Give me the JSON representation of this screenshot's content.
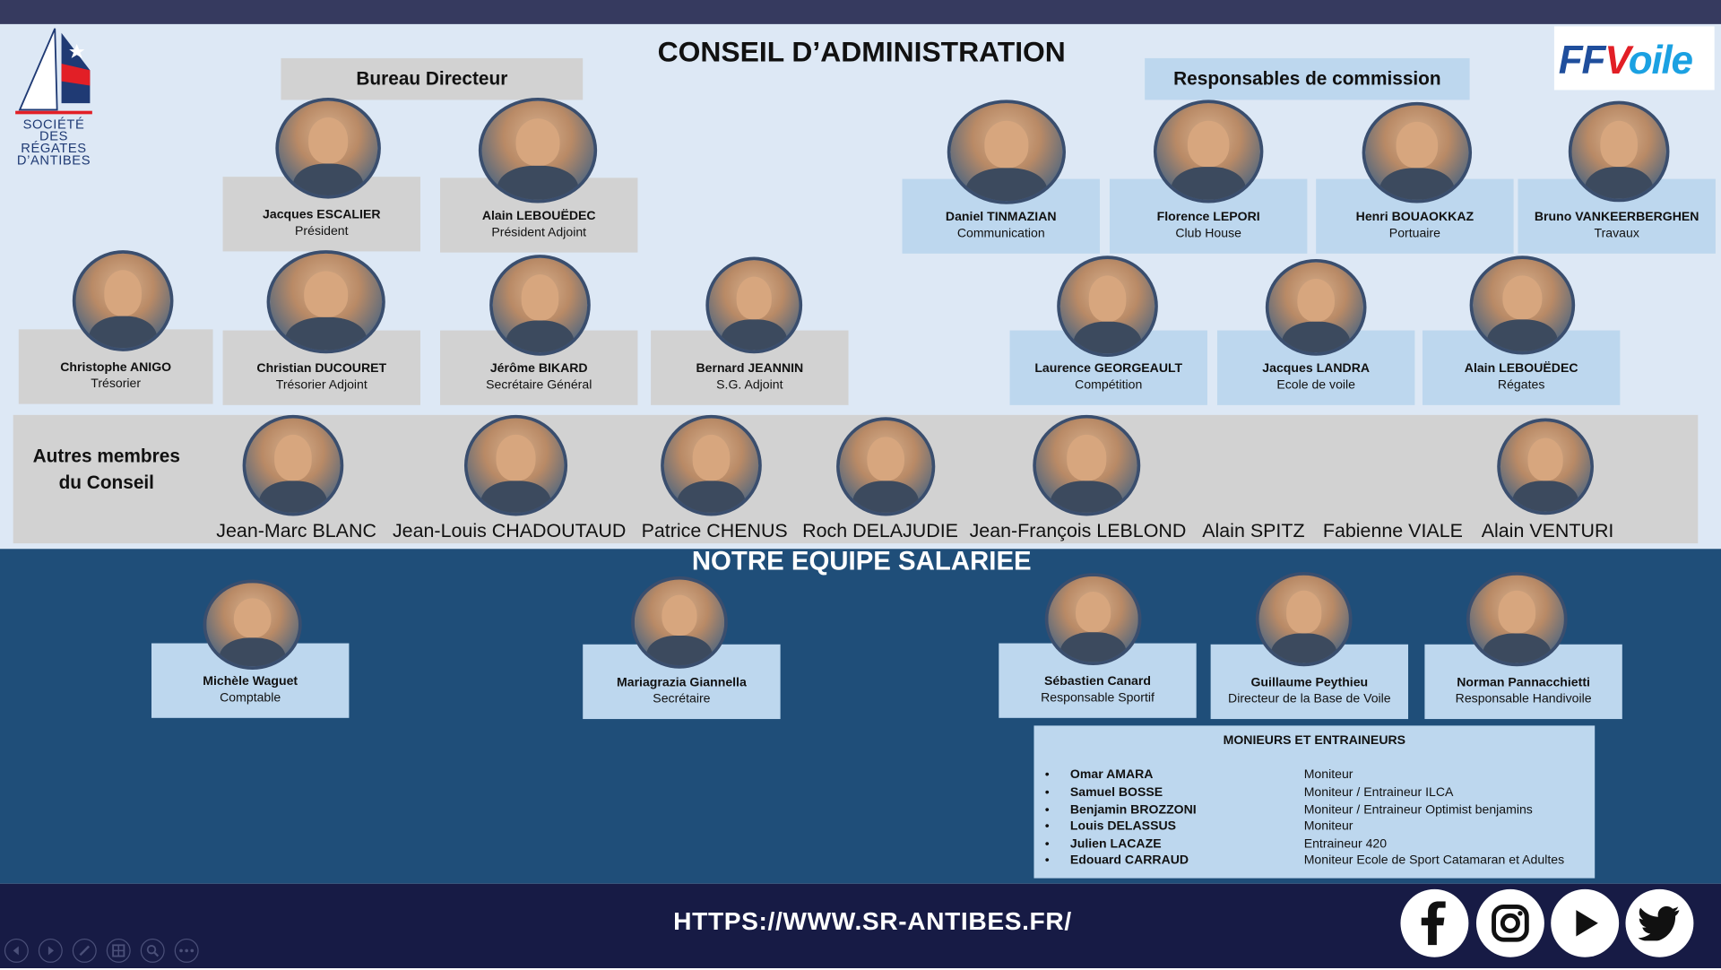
{
  "header": {
    "title": "CONSEIL D’ADMINISTRATION",
    "bureau_label": "Bureau Directeur",
    "resp_label": "Responsables de commission",
    "logo_left_text": [
      "SOCIÉTÉ DES",
      "RÉGATES",
      "D’ANTIBES"
    ],
    "logo_right_text": "FFVoile"
  },
  "bureau": [
    {
      "name": "Jacques ESCALIER",
      "role": "Président"
    },
    {
      "name": "Alain LEBOUËDEC",
      "role": "Président Adjoint"
    },
    {
      "name": "Christophe ANIGO",
      "role": "Trésorier"
    },
    {
      "name": "Christian DUCOURET",
      "role": "Trésorier Adjoint"
    },
    {
      "name": "Jérôme BIKARD",
      "role": "Secrétaire Général"
    },
    {
      "name": "Bernard JEANNIN",
      "role": "S.G. Adjoint"
    }
  ],
  "commission": [
    {
      "name": "Daniel TINMAZIAN",
      "role": "Communication"
    },
    {
      "name": "Florence LEPORI",
      "role": "Club House"
    },
    {
      "name": "Henri BOUAOKKAZ",
      "role": "Portuaire"
    },
    {
      "name": "Bruno VANKEERBERGHEN",
      "role": "Travaux"
    },
    {
      "name": "Laurence GEORGEAULT",
      "role": "Compétition"
    },
    {
      "name": "Jacques LANDRA",
      "role": "Ecole de voile"
    },
    {
      "name": "Alain LEBOUËDEC",
      "role": "Régates"
    }
  ],
  "autres": {
    "label_line1": "Autres membres",
    "label_line2": "du Conseil",
    "members": [
      "Jean-Marc BLANC",
      "Jean-Louis CHADOUTAUD",
      "Patrice CHENUS",
      "Roch DELAJUDIE",
      "Jean-François LEBLOND",
      "Alain SPITZ",
      "Fabienne VIALE",
      "Alain VENTURI"
    ]
  },
  "staff": {
    "title": "NOTRE EQUIPE SALARIEE",
    "members": [
      {
        "name": "Michèle Waguet",
        "role": "Comptable"
      },
      {
        "name": "Mariagrazia Giannella",
        "role": "Secrétaire"
      },
      {
        "name": "Sébastien Canard",
        "role": "Responsable Sportif"
      },
      {
        "name": "Guillaume Peythieu",
        "role": "Directeur de la Base de Voile"
      },
      {
        "name": "Norman Pannacchietti",
        "role": "Responsable Handivoile"
      }
    ]
  },
  "moniteurs": {
    "title": "MONIEURS ET ENTRAINEURS",
    "items": [
      {
        "name": "Omar AMARA",
        "role": "Moniteur"
      },
      {
        "name": "Samuel BOSSE",
        "role": "Moniteur / Entraineur ILCA"
      },
      {
        "name": "Benjamin BROZZONI",
        "role": "Moniteur / Entraineur Optimist benjamins"
      },
      {
        "name": "Louis DELASSUS",
        "role": "Moniteur"
      },
      {
        "name": "Julien LACAZE",
        "role": "Entraineur 420"
      },
      {
        "name": "Edouard CARRAUD",
        "role": "Moniteur Ecole de Sport Catamaran et Adultes"
      }
    ]
  },
  "footer": {
    "url": "HTTPS://WWW.SR-ANTIBES.FR/",
    "social": [
      "facebook-icon",
      "instagram-icon",
      "youtube-icon",
      "twitter-icon"
    ]
  },
  "controls": [
    "previous-icon",
    "next-icon",
    "pen-icon",
    "slides-icon",
    "zoom-icon",
    "more-icon"
  ]
}
